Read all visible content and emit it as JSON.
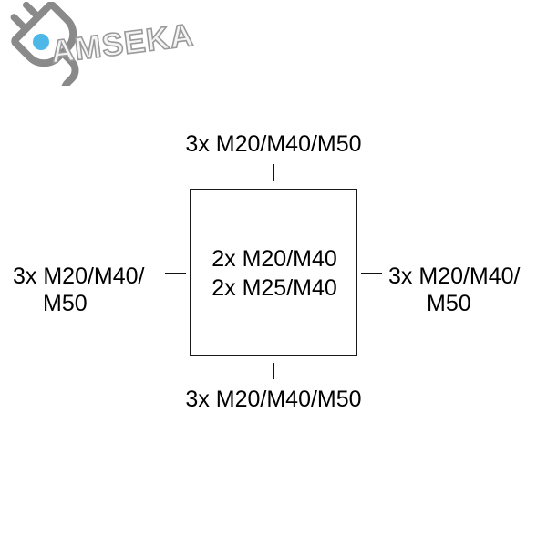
{
  "brand": {
    "wordmark": "AMSEKA",
    "logo_icon": "power-plug-icon",
    "logo_color": "#8a8a8a",
    "accent_color": "#4db8e8"
  },
  "diagram": {
    "type": "enclosure-cable-entry-layout",
    "enclosure": {
      "lines": [
        "2x M20/M40",
        "2x M25/M40"
      ]
    },
    "sides": {
      "top": {
        "label": "3x M20/M40/M50",
        "connector": "vertical-tick"
      },
      "bottom": {
        "label": "3x M20/M40/M50",
        "connector": "vertical-tick"
      },
      "left": {
        "line1": "3x M20/M40/",
        "line2": "M50",
        "connector": "horizontal-dash"
      },
      "right": {
        "line1": "3x M20/M40/",
        "line2": "M50",
        "connector": "horizontal-dash"
      }
    }
  },
  "colors": {
    "background": "#ffffff",
    "stroke": "#111111",
    "text": "#000000"
  }
}
